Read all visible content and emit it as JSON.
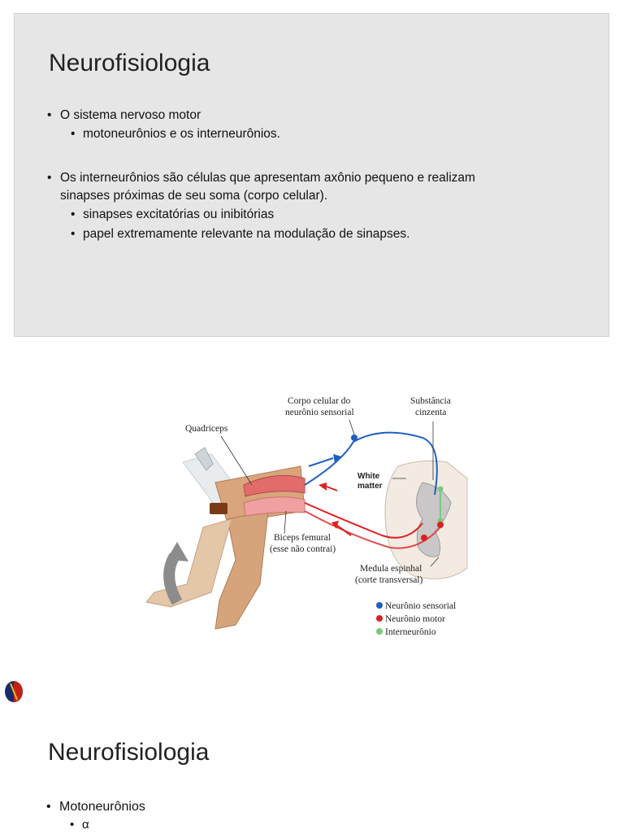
{
  "slide1": {
    "title": "Neurofisiologia",
    "bullets": [
      {
        "text": "O sistema nervoso motor",
        "children": [
          "motoneurônios e os interneurônios."
        ]
      },
      {
        "text_line1": "Os interneurônios são células que apresentam axônio pequeno e realizam",
        "text_line2": "sinapses próximas de seu soma (corpo celular).",
        "children": [
          "sinapses excitatórias ou inibitórias",
          "papel extremamente relevante na modulação de sinapses."
        ]
      }
    ]
  },
  "figure": {
    "labels": {
      "quadriceps": "Quadriceps",
      "corpo_celular_line1": "Corpo celular do",
      "corpo_celular_line2": "neurônio sensorial",
      "substancia_line1": "Substância",
      "substancia_line2": "cinzenta",
      "white_line1": "White",
      "white_line2": "matter",
      "biceps_line1": "Biceps femural",
      "biceps_line2": "(esse não contrai)",
      "medula_line1": "Medula espinhal",
      "medula_line2": "(corte transversal)"
    },
    "legend": [
      {
        "label": "Neurônio sensorial",
        "color": "#1f5fbf"
      },
      {
        "label": "Neurônio motor",
        "color": "#e02020"
      },
      {
        "label": "Interneurônio",
        "color": "#7cc87c"
      }
    ]
  },
  "slide2": {
    "title": "Neurofisiologia",
    "bullets": [
      {
        "text": "Motoneurônios",
        "children": [
          "α"
        ]
      }
    ]
  }
}
